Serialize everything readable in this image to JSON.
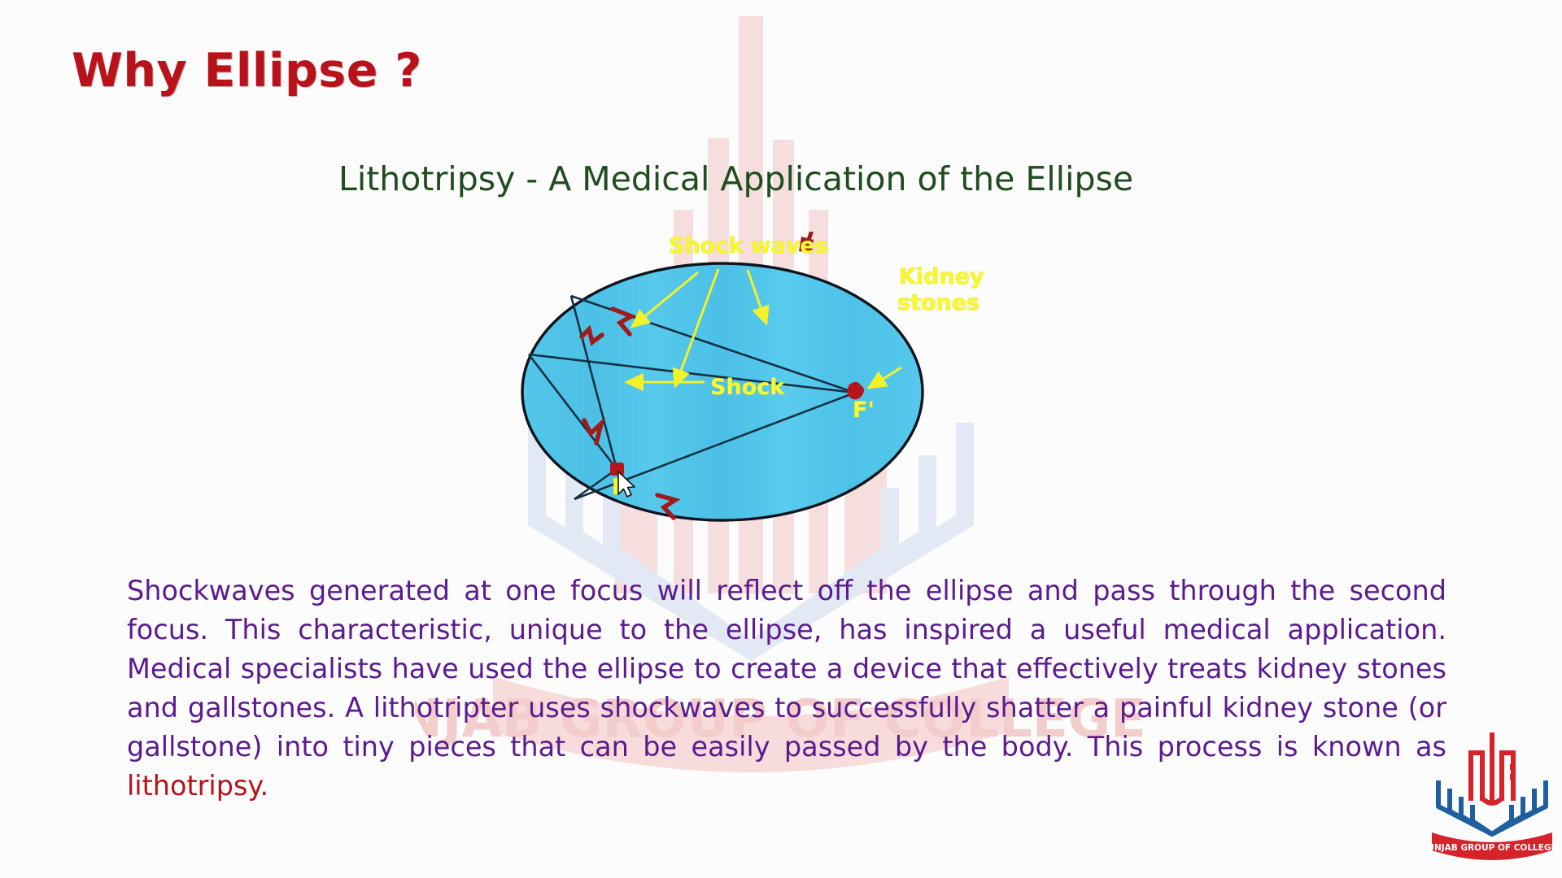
{
  "slide": {
    "title": "Why Ellipse ?",
    "title_color": "#b8121a",
    "subtitle": "Lithotripsy - A Medical Application of the Ellipse",
    "subtitle_color": "#1f4d1f",
    "background_color": "#fdfcfc"
  },
  "diagram": {
    "name": "ellipse-lithotripsy-diagram",
    "ellipse_fill": "#4fc3e8",
    "ellipse_stroke": "#101820",
    "label_color": "#f7f733",
    "focus_marker_color": "#b5161c",
    "arrowhead_color": "#9e1b1b",
    "labels": {
      "shock_waves": "Shock waves",
      "shock": "Shock",
      "kidney_stones_line1": "Kidney",
      "kidney_stones_line2": "stones",
      "focus_left": "F",
      "focus_right": "F'"
    }
  },
  "body": {
    "paragraph_part1": "Shockwaves generated at one focus will reflect off the ellipse and pass through the second focus. This characteristic, unique to the ellipse, has inspired a useful medical application. Medical specialists have used the ellipse to create a device that effectively treats kidney stones and gallstones. A lithotripter uses shockwaves to successfully shatter a painful kidney stone (or gallstone) into tiny pieces that can be easily passed by the body. This process is known as ",
    "paragraph_highlight": "lithotripsy",
    "paragraph_part2": ".",
    "text_color": "#5b1a8f",
    "highlight_color": "#b8121a"
  },
  "logo": {
    "name": "punjab-group-of-colleges-logo",
    "banner_text": "PUNJAB GROUP OF COLLEGES",
    "red": "#d6232b",
    "blue": "#1f5fa0"
  },
  "watermark": {
    "text": "PUNJAB GROUP OF COLLEGES",
    "tint_red": "#f6dcdc",
    "tint_blue": "#dfe7f2"
  }
}
